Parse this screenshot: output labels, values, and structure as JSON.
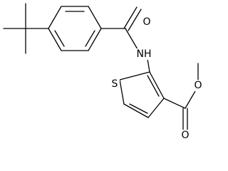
{
  "molecule": {
    "atoms": {
      "carbonyl_oxygen": "O",
      "amide_nitrogen": "NH",
      "thiophene_sulfur": "S",
      "ester_carbonyl_oxygen": "O",
      "ester_ether_oxygen": "O"
    }
  },
  "colors": {
    "bond": "#000000",
    "label": "#000000",
    "background": "#ffffff"
  }
}
